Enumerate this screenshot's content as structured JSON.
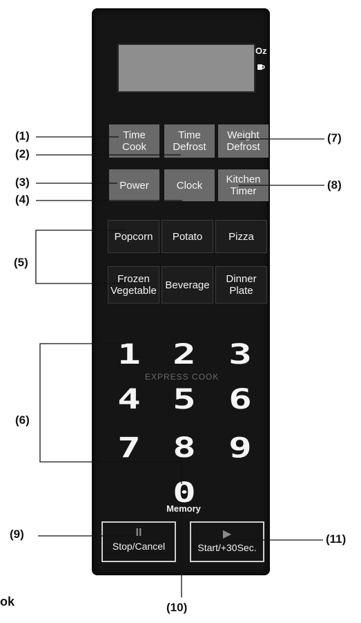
{
  "display": {
    "indicator_oz": "Oz"
  },
  "keys": {
    "time_cook": "Time\nCook",
    "time_defrost": "Time\nDefrost",
    "weight_defrost": "Weight\nDefrost",
    "power": "Power",
    "clock": "Clock",
    "kitchen_timer": "Kitchen\nTimer",
    "popcorn": "Popcorn",
    "potato": "Potato",
    "pizza": "Pizza",
    "frozen_vegetable": "Frozen\nVegetable",
    "beverage": "Beverage",
    "dinner_plate": "Dinner\nPlate"
  },
  "numpad": {
    "digits": [
      "1",
      "2",
      "3",
      "4",
      "5",
      "6",
      "7",
      "8",
      "9"
    ],
    "zero": "0",
    "express_cook": "EXPRESS COOK",
    "memory": "Memory"
  },
  "bottom": {
    "stop_symbol": "II",
    "stop_label": "Stop/Cancel",
    "start_symbol": "▶",
    "start_label": "Start/+30Sec."
  },
  "callouts": {
    "c1": "(1)",
    "c2": "(2)",
    "c3": "(3)",
    "c4": "(4)",
    "c5": "(5)",
    "c6": "(6)",
    "c7": "(7)",
    "c8": "(8)",
    "c9": "(9)",
    "c10": "(10)",
    "c11": "(11)"
  },
  "footer": "ok",
  "colors": {
    "panel": "#151515",
    "key_grey": "#6a6a6a",
    "display": "#8e8e8e"
  }
}
